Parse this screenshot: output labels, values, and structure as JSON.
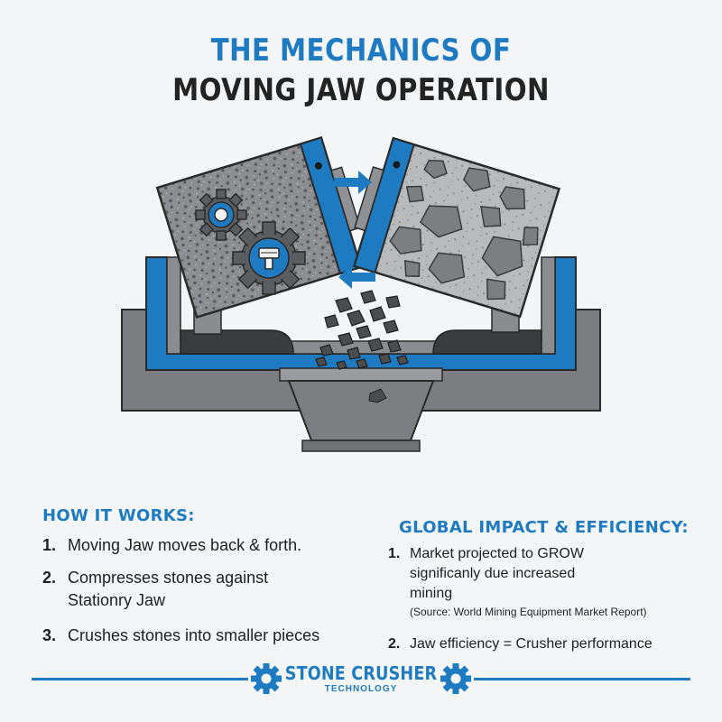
{
  "title": {
    "line1": "THE MECHANICS OF",
    "line2": "MOVING JAW OPERATION"
  },
  "colors": {
    "accent": "#1f7bc1",
    "dark_steel": "#4a4a4a",
    "steel": "#7d7f82",
    "light_steel": "#b8b9bb",
    "background": "#f4f5f6"
  },
  "diagram": {
    "icons": [
      "gear-icon",
      "piston-icon",
      "arrow-right-icon",
      "arrow-left-icon",
      "stone-icon"
    ]
  },
  "how_it_works": {
    "heading": "HOW IT WORKS:",
    "items": [
      {
        "num": "1.",
        "text": "Moving Jaw moves back & forth."
      },
      {
        "num": "2.",
        "text": "Compresses stones against Stationry Jaw"
      },
      {
        "num": "3.",
        "text": "Crushes stones into smaller pieces"
      }
    ]
  },
  "global_impact": {
    "heading": "GLOBAL IMPACT & EFFICIENCY:",
    "items": [
      {
        "num": "1.",
        "text": "Market projected to GROW significanly due increased mining",
        "source": "(Source: World Mining Equipment Market Report)"
      },
      {
        "num": "2.",
        "text": "Jaw efficiency = Crusher performance"
      }
    ]
  },
  "footer": {
    "brand": "STONE CRUSHER",
    "sub": "TECHNOLOGY"
  }
}
